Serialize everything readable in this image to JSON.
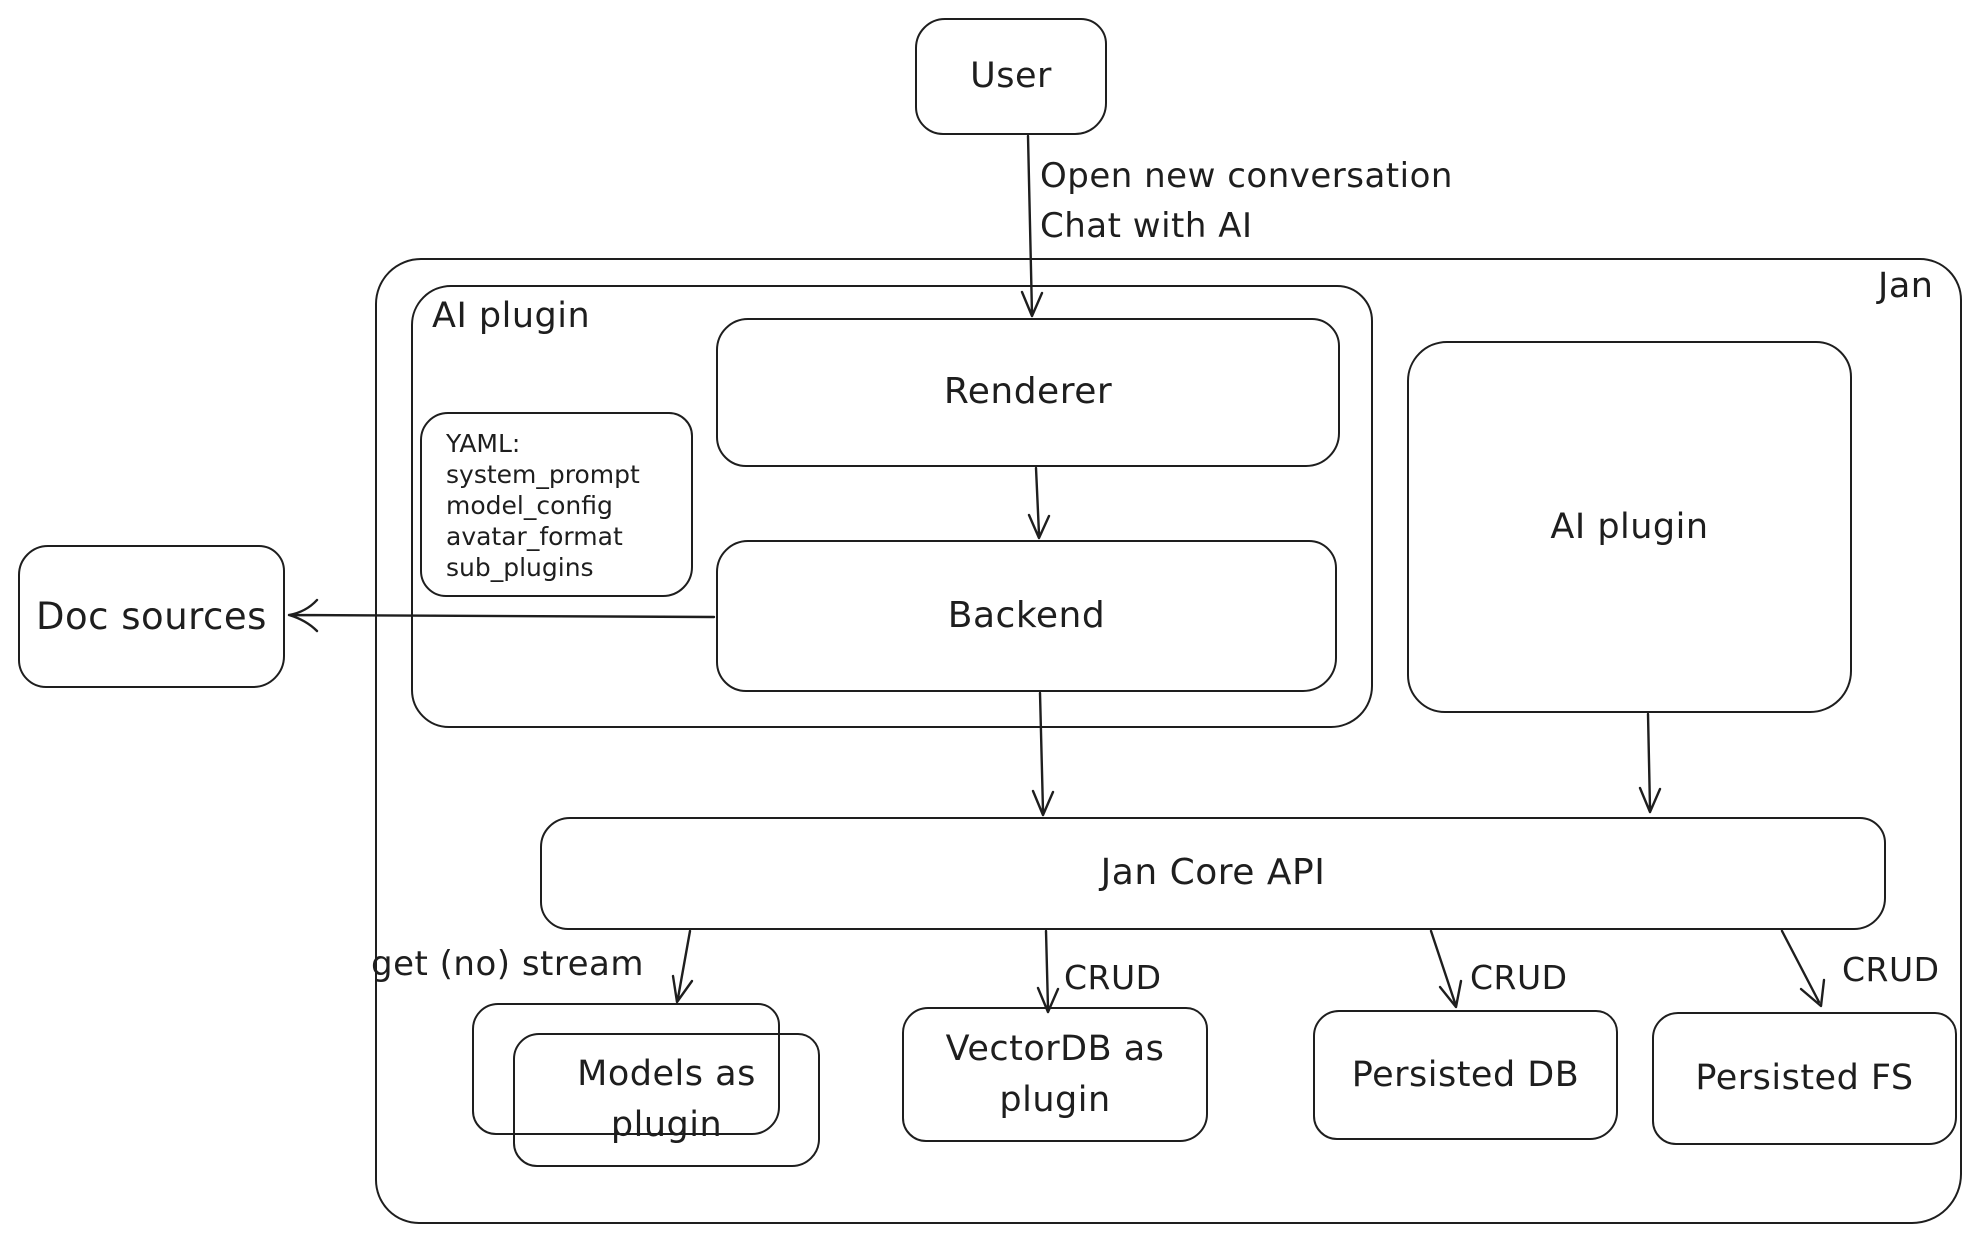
{
  "canvas": {
    "background": "#ffffff",
    "stroke_color": "#1e1e1e"
  },
  "nodes": {
    "user": {
      "label": "User"
    },
    "doc_sources": {
      "label": "Doc sources"
    },
    "jan_container": {
      "label": "Jan"
    },
    "ai_plugin_container": {
      "label": "AI plugin"
    },
    "yaml_note": {
      "lines": [
        "YAML:",
        "system_prompt",
        "model_config",
        "avatar_format",
        "sub_plugins"
      ]
    },
    "renderer": {
      "label": "Renderer"
    },
    "backend": {
      "label": "Backend"
    },
    "ai_plugin_right": {
      "label": "AI plugin"
    },
    "jan_core_api": {
      "label": "Jan Core API"
    },
    "models_plugin": {
      "label": "Models as plugin"
    },
    "vectordb_plugin": {
      "label": "VectorDB as plugin"
    },
    "persisted_db": {
      "label": "Persisted DB"
    },
    "persisted_fs": {
      "label": "Persisted FS"
    }
  },
  "edge_labels": {
    "user_flow_line1": "Open new conversation",
    "user_flow_line2": "Chat with AI",
    "get_no_stream": "get (no) stream",
    "crud_vectordb": "CRUD",
    "crud_persisted_db": "CRUD",
    "crud_persisted_fs": "CRUD"
  }
}
